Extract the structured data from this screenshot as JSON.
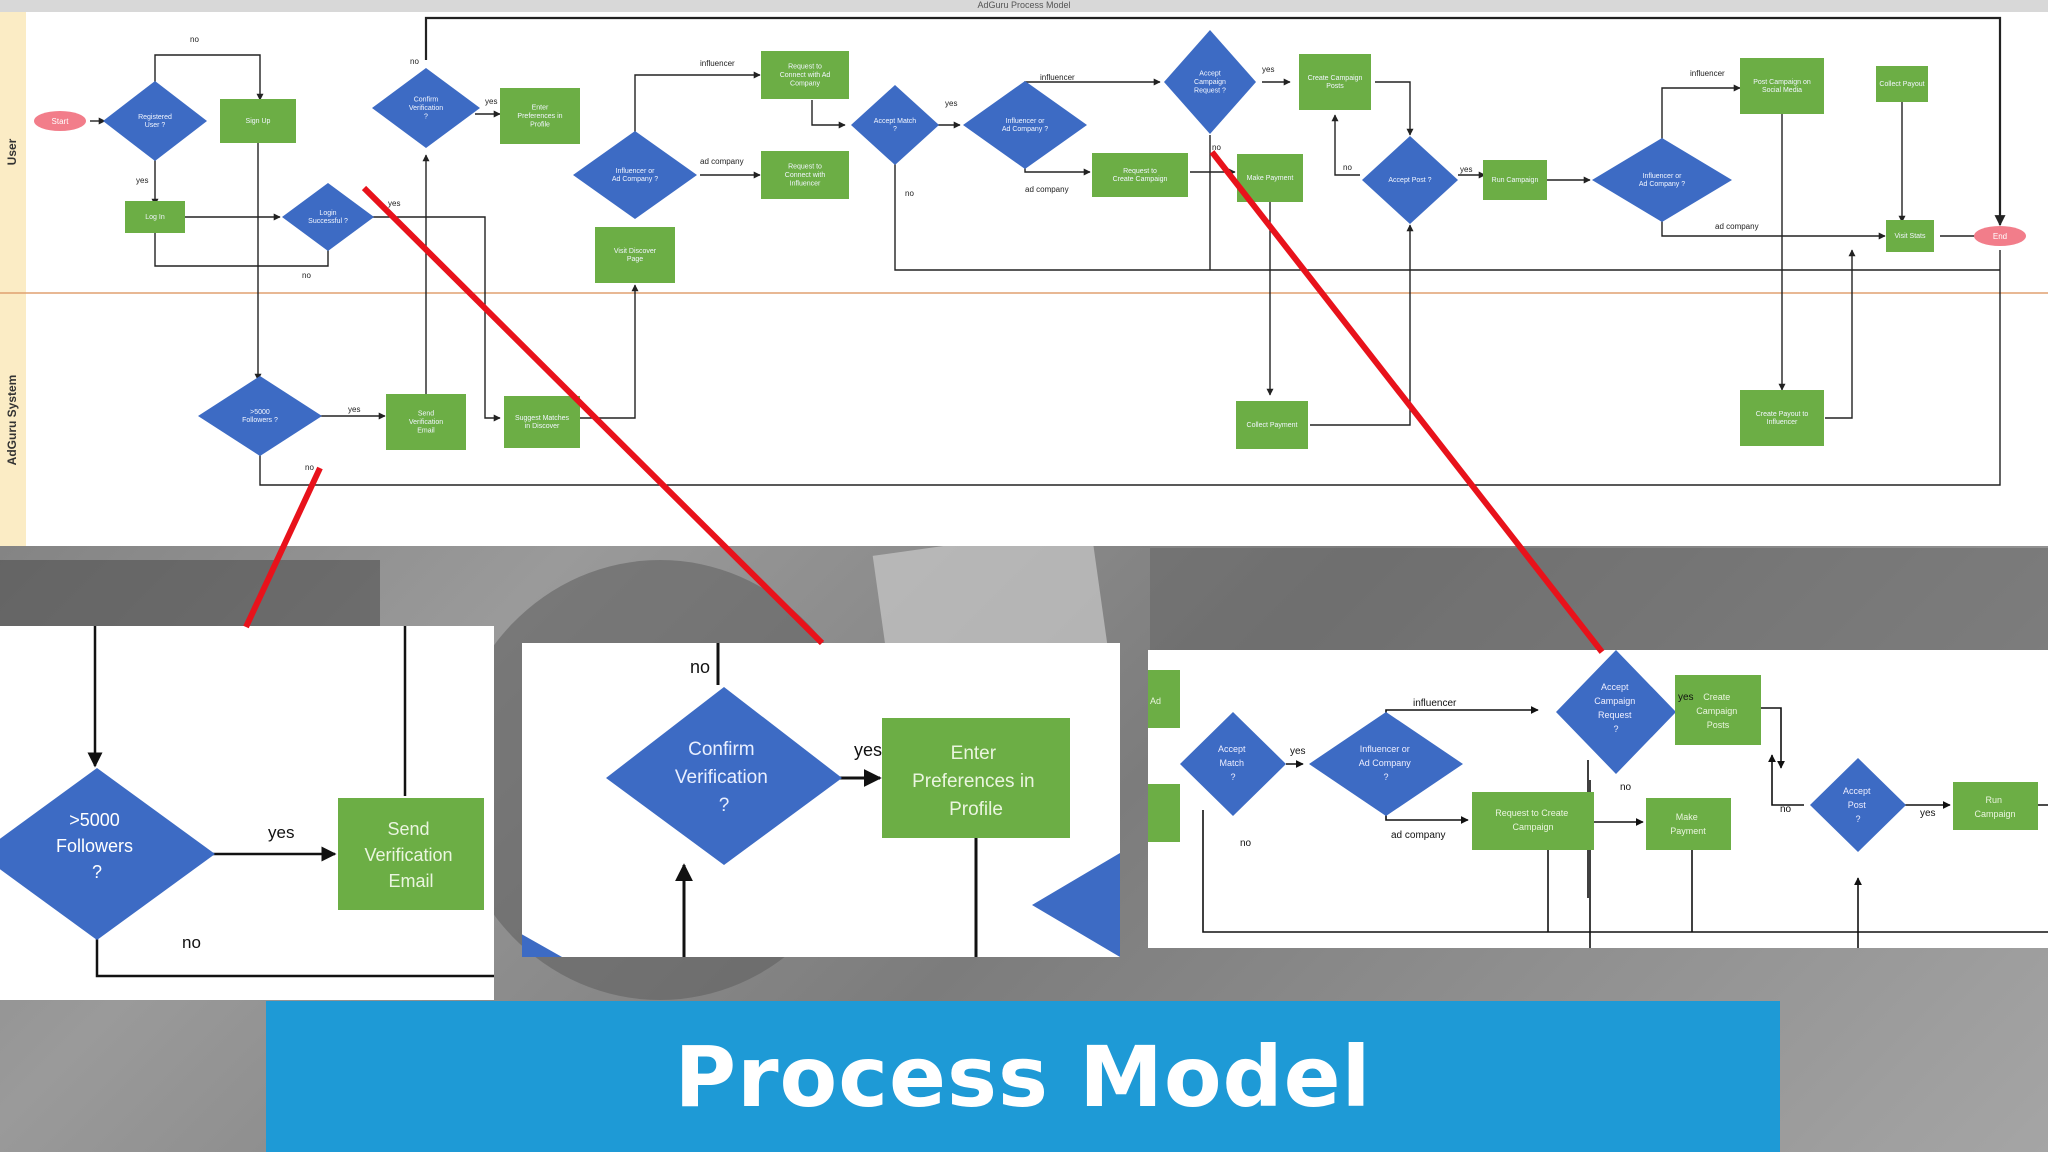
{
  "title": "Process Model",
  "top_caption": "AdGuru Process Model",
  "lanes": [
    "User",
    "AdGuru System"
  ],
  "colors": {
    "decision": "#3d6bc4",
    "process": "#6cae45",
    "terminal": "#f27d8a",
    "lane_band": "#fbecc5",
    "banner": "#1e9ad6",
    "callout": "#e8121b"
  },
  "diagram": {
    "start": "Start",
    "end": "End",
    "nodes": [
      {
        "id": "registered",
        "kind": "decision",
        "text": "Registered User ?"
      },
      {
        "id": "signup",
        "kind": "process",
        "text": "Sign Up"
      },
      {
        "id": "login",
        "kind": "process",
        "text": "Log In"
      },
      {
        "id": "login_ok",
        "kind": "decision",
        "text": "Login Successful ?"
      },
      {
        "id": "confirm_top",
        "kind": "decision",
        "text": "Confirm Verification ?"
      },
      {
        "id": "prefs_top",
        "kind": "process",
        "text": "Enter Preferences in Profile"
      },
      {
        "id": "inf_or_ad_1",
        "kind": "decision",
        "text": "Influencer or Ad Company ?"
      },
      {
        "id": "req_ad",
        "kind": "process",
        "text": "Request to Connect with Ad Company"
      },
      {
        "id": "req_inf",
        "kind": "process",
        "text": "Request to Connect with Influencer"
      },
      {
        "id": "visit_disc",
        "kind": "process",
        "text": "Visit Discover Page"
      },
      {
        "id": "accept_match",
        "kind": "decision",
        "text": "Accept Match ?"
      },
      {
        "id": "inf_or_ad_2",
        "kind": "decision",
        "text": "Influencer or Ad Company ?"
      },
      {
        "id": "req_campaign",
        "kind": "process",
        "text": "Request to Create Campaign"
      },
      {
        "id": "accept_campaign",
        "kind": "decision",
        "text": "Accept Campaign Request ?"
      },
      {
        "id": "create_posts",
        "kind": "process",
        "text": "Create Campaign Posts"
      },
      {
        "id": "make_payment",
        "kind": "process",
        "text": "Make Payment"
      },
      {
        "id": "accept_post",
        "kind": "decision",
        "text": "Accept Post ?"
      },
      {
        "id": "run_campaign",
        "kind": "process",
        "text": "Run Campaign"
      },
      {
        "id": "inf_or_ad_3",
        "kind": "decision",
        "text": "Influencer or Ad Company ?"
      },
      {
        "id": "post_social",
        "kind": "process",
        "text": "Post Campaign on Social Media"
      },
      {
        "id": "collect_payout",
        "kind": "process",
        "text": "Collect Payout"
      },
      {
        "id": "visit_stats",
        "kind": "process",
        "text": "Visit Stats"
      },
      {
        "id": "followers_top",
        "kind": "decision",
        "text": ">5000 Followers ?"
      },
      {
        "id": "send_email_top",
        "kind": "process",
        "text": "Send Verification Email"
      },
      {
        "id": "suggest",
        "kind": "process",
        "text": "Suggest Matches in Discover"
      },
      {
        "id": "collect_payment",
        "kind": "process",
        "text": "Collect Payment"
      },
      {
        "id": "create_payout",
        "kind": "process",
        "text": "Create Payout to Influencer"
      }
    ],
    "edge_labels": {
      "no": "no",
      "yes": "yes",
      "influencer": "influencer",
      "ad_company": "ad company"
    }
  },
  "inset1": {
    "decision": ">5000 Followers ?",
    "process": "Send Verification Email",
    "yes": "yes",
    "no": "no"
  },
  "inset2": {
    "decision": "Confirm Verification ?",
    "process": "Enter Preferences in Profile",
    "yes": "yes",
    "no": "no"
  },
  "inset3": {
    "accept_match": "Accept Match ?",
    "inf_or_ad": "Influencer or Ad Company ?",
    "accept_campaign": "Accept Campaign Request ?",
    "create_posts": "Create Campaign Posts",
    "req_campaign": "Request to Create Campaign",
    "make_payment": "Make Payment",
    "accept_post": "Accept Post ?",
    "run_campaign": "Run Campaign",
    "left_stub": "Ad",
    "influencer": "influencer",
    "ad_company": "ad company",
    "yes": "yes",
    "no": "no"
  }
}
